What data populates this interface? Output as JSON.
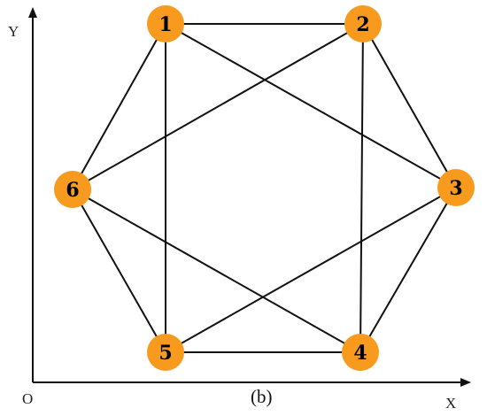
{
  "axes": {
    "y_label": "Y",
    "x_label": "X",
    "origin_label": "O"
  },
  "caption": "(b)",
  "node_color": "#F79A1E",
  "nodes": [
    "1",
    "2",
    "3",
    "4",
    "5",
    "6"
  ],
  "edges": [
    [
      "1",
      "2"
    ],
    [
      "2",
      "3"
    ],
    [
      "3",
      "4"
    ],
    [
      "4",
      "5"
    ],
    [
      "5",
      "6"
    ],
    [
      "6",
      "1"
    ],
    [
      "1",
      "5"
    ],
    [
      "2",
      "4"
    ],
    [
      "1",
      "3"
    ],
    [
      "2",
      "6"
    ],
    [
      "3",
      "5"
    ],
    [
      "6",
      "4"
    ]
  ]
}
